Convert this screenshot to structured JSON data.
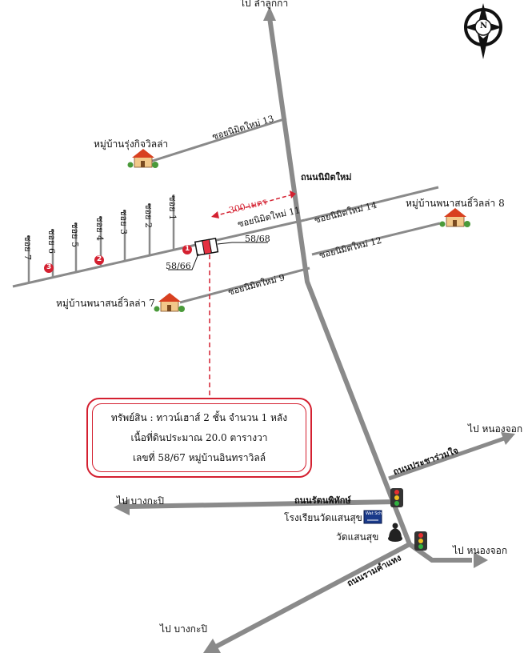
{
  "destinations": {
    "north": "ไป ลำลูกกา",
    "east_upper": "ไป หนองจอก",
    "west_upper": "ไป บางกะปิ",
    "east_lower": "ไป หนองจอก",
    "southwest": "ไป บางกะปิ"
  },
  "compass": {
    "letter": "N"
  },
  "roads": {
    "main": "ถนนนิมิตใหม่",
    "prachacharuam": "ถนนประชาร่วมใจ",
    "ratphatthana": "ถนนรัตนพิทักษ์",
    "ramkhamhaeng": "ถนนรามคำแหง"
  },
  "sois": {
    "nimit13": "ซอยนิมิตใหม่ 13",
    "nimit11": "ซอยนิมิตใหม่ 11",
    "nimit14": "ซอยนิมิตใหม่ 14",
    "nimit12": "ซอยนิมิตใหม่ 12",
    "nimit9": "ซอยนิมิตใหม่ 9",
    "branches": [
      "ซอย 1",
      "ซอย 2",
      "ซอย 3",
      "ซอย 4",
      "ซอย 5",
      "ซอย 6",
      "ซอย 7"
    ]
  },
  "villages": {
    "rungkij": "หมู่บ้านรุ่งกิจวิลล่า",
    "villa8": "หมู่บ้านพนาสนธิ์วิลล่า 8",
    "villa7": "หมู่บ้านพนาสนธิ์วิลล่า 7"
  },
  "distance": "300 เมตร",
  "markers": [
    "1",
    "2",
    "3"
  ],
  "plots": {
    "left": "58/66",
    "right": "58/68"
  },
  "info": {
    "line1": "ทรัพย์สิน : ทาวน์เฮาส์ 2 ชั้น จำนวน 1 หลัง",
    "line2": "เนื้อที่ดินประมาณ 20.0 ตารางวา",
    "line3": "เลขที่ 58/67 หมู่บ้านอินทราวิลล์"
  },
  "landmarks": {
    "school": "โรงเรียนวัดแสนสุข",
    "temple": "วัดแสนสุข",
    "school_sign": "Wat School"
  },
  "colors": {
    "road": "#8a8a8a",
    "road_dark": "#5c5c5c",
    "accent_red": "#d42030",
    "house_roof": "#d84020",
    "house_wall": "#f2c88a",
    "tree": "#4a9a3a"
  }
}
